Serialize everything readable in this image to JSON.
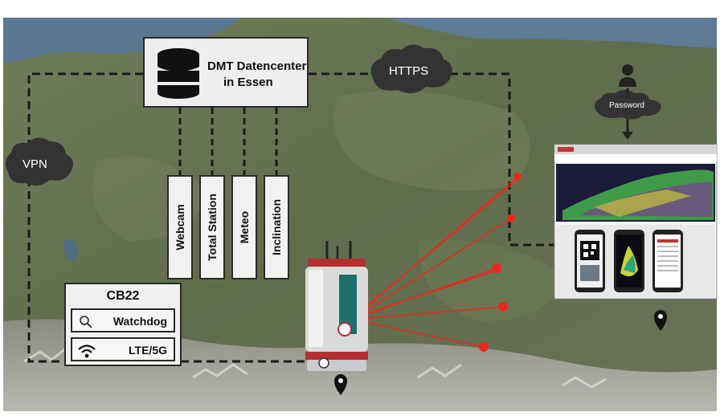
{
  "datacenter": {
    "line1": "DMT Datencenter",
    "line2": "in Essen"
  },
  "clouds": {
    "https": "HTTPS",
    "vpn": "VPN",
    "password": "Password"
  },
  "sensors": [
    "Webcam",
    "Total Station",
    "Meteo",
    "Inclination"
  ],
  "cb22": {
    "title": "CB22",
    "watchdog": "Watchdog",
    "lte": "LTE/5G"
  },
  "icons": [
    "database-icon",
    "cloud-icon",
    "user-icon",
    "search-icon",
    "wifi-icon",
    "map-pin-icon",
    "laser-scanner-icon",
    "monitor-icon",
    "smartphone-icon"
  ],
  "colors": {
    "laser": "#e8281e",
    "line": "#1a1a1a",
    "box_fill": "#eeeeec"
  }
}
